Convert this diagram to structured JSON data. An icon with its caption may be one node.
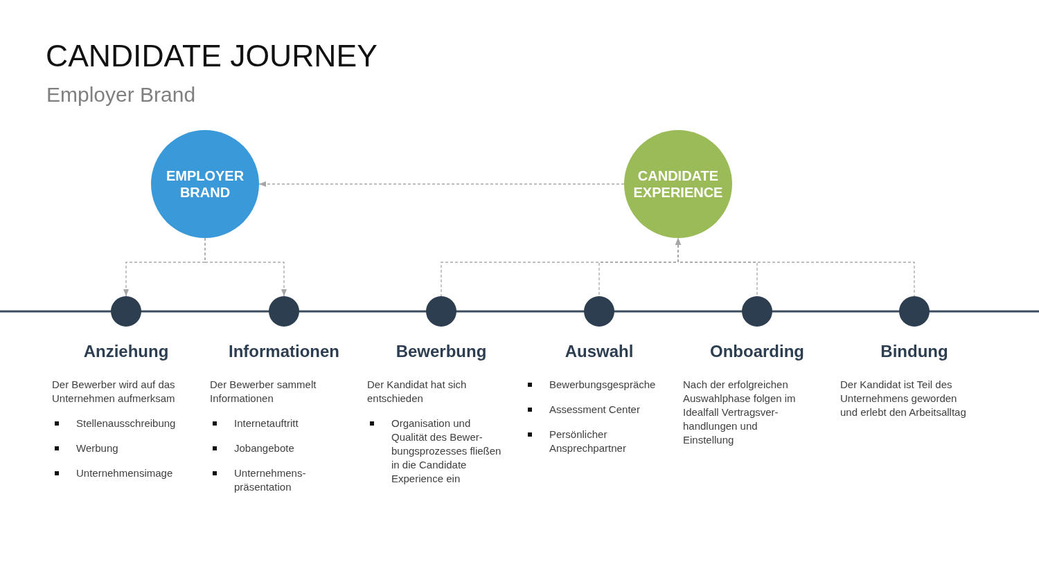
{
  "diagram": {
    "title": "CANDIDATE JOURNEY",
    "nodes": [
      {
        "text": [
          "EMPLOYER BRAND"
        ]
      },
      {
        "text": [
          "CANDIDATE EXPERIENCE"
        ]
      },
      {
        "text": [
          "Anziehung",
          "Der Bewerber wird auf das Unternehmen aufmerksam",
          "Stellenausschreibung",
          "Werbung",
          "Unternehmensimage"
        ]
      },
      {
        "text": [
          "Informationen",
          "Der Bewerber sammelt Informationen",
          "Internetauftritt",
          "Jobangebote",
          "Unternehmens- präsentation"
        ]
      },
      {
        "text": [
          "Bewerbung",
          "Der Kandidat hat sich entschieden",
          "Organisation und Qualität des Bewer- bungsprozesses fließen in die Candidate Experience ein"
        ]
      },
      {
        "text": [
          "Auswahl",
          "Bewerbungsgespräche",
          "Assessment Center",
          "Persönlicher Ansprechpartner"
        ]
      },
      {
        "text": [
          "Onboarding",
          "Nach der erfolgreichen Auswahlphase folgen im Idealfall Vertragsver- handlungen und Einstellung"
        ]
      },
      {
        "text": [
          "Bindung",
          "Der Kandidat ist Teil des Unternehmens geworden und erlebt den Arbeitsalltag"
        ]
      }
    ],
    "edges": [
      {
        "from": 1,
        "to": 0,
        "arrow": "to",
        "style": "dashed"
      },
      {
        "from": 0,
        "to": 2,
        "arrow": "to",
        "style": "dashed"
      },
      {
        "from": 0,
        "to": 3,
        "arrow": "to",
        "style": "dashed"
      },
      {
        "from": 4,
        "to": 1,
        "arrow": "to",
        "style": "dashed"
      },
      {
        "from": 5,
        "to": 1,
        "arrow": "to",
        "style": "dashed"
      },
      {
        "from": 6,
        "to": 1,
        "arrow": "to",
        "style": "dashed"
      },
      {
        "from": 7,
        "to": 1,
        "arrow": "to",
        "style": "dashed"
      }
    ],
    "labels": [
      "Employer Brand"
    ]
  }
}
